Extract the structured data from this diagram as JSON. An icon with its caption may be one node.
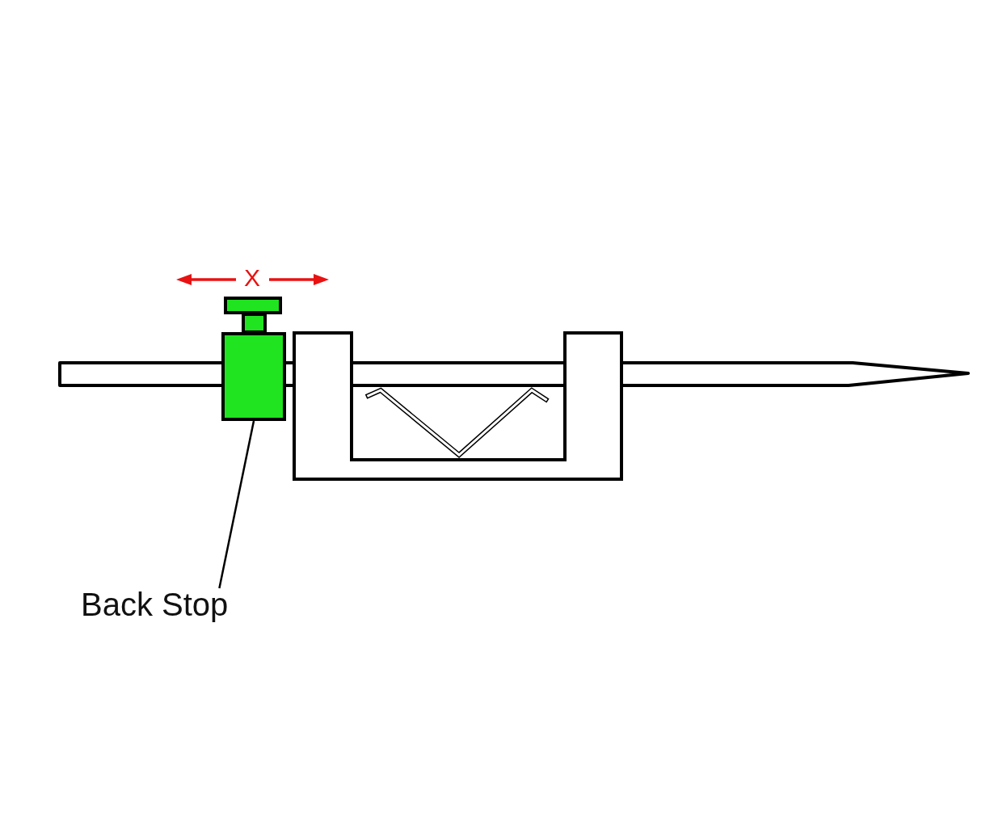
{
  "diagram": {
    "nodes": [
      {
        "text": [
          "Back Stop"
        ]
      },
      {
        "text": [],
        "shape": "box"
      }
    ],
    "edges": [
      {
        "from": 0,
        "to": 1,
        "arrow": "none"
      }
    ],
    "labels": [
      "X"
    ]
  }
}
